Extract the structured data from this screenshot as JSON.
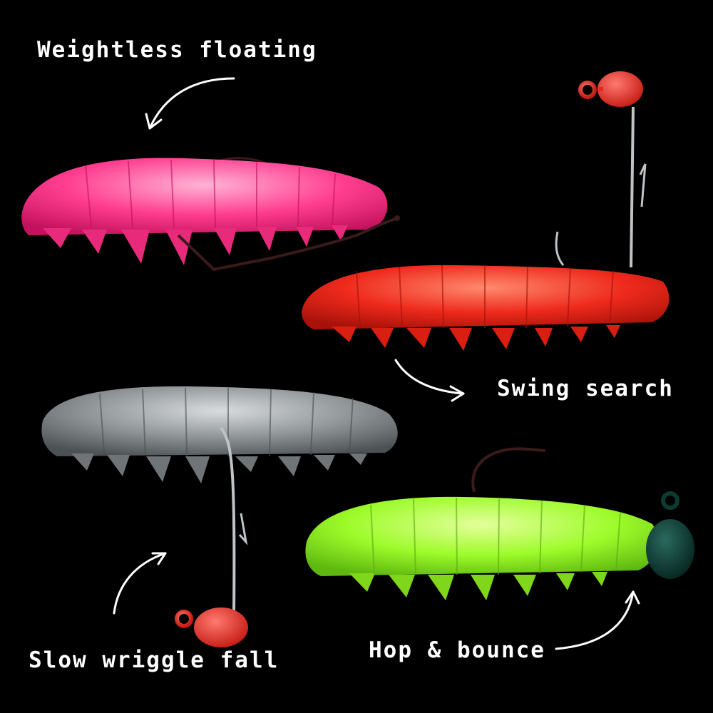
{
  "captions": {
    "weightless": "Weightless floating",
    "swing": "Swing search",
    "slow": "Slow wriggle fall",
    "hop": "Hop & bounce"
  },
  "lures": [
    {
      "name": "pink",
      "color": "#ff3d8f"
    },
    {
      "name": "red",
      "color": "#ee2a1c"
    },
    {
      "name": "silver",
      "color": "#8e9396"
    },
    {
      "name": "green",
      "color": "#9dfb2a"
    }
  ],
  "colors": {
    "background": "#000000",
    "text": "#ffffff",
    "jighead_red": "#e8261e",
    "jighead_dark_green": "#0d3a33",
    "hook": "#3a1a1a"
  }
}
